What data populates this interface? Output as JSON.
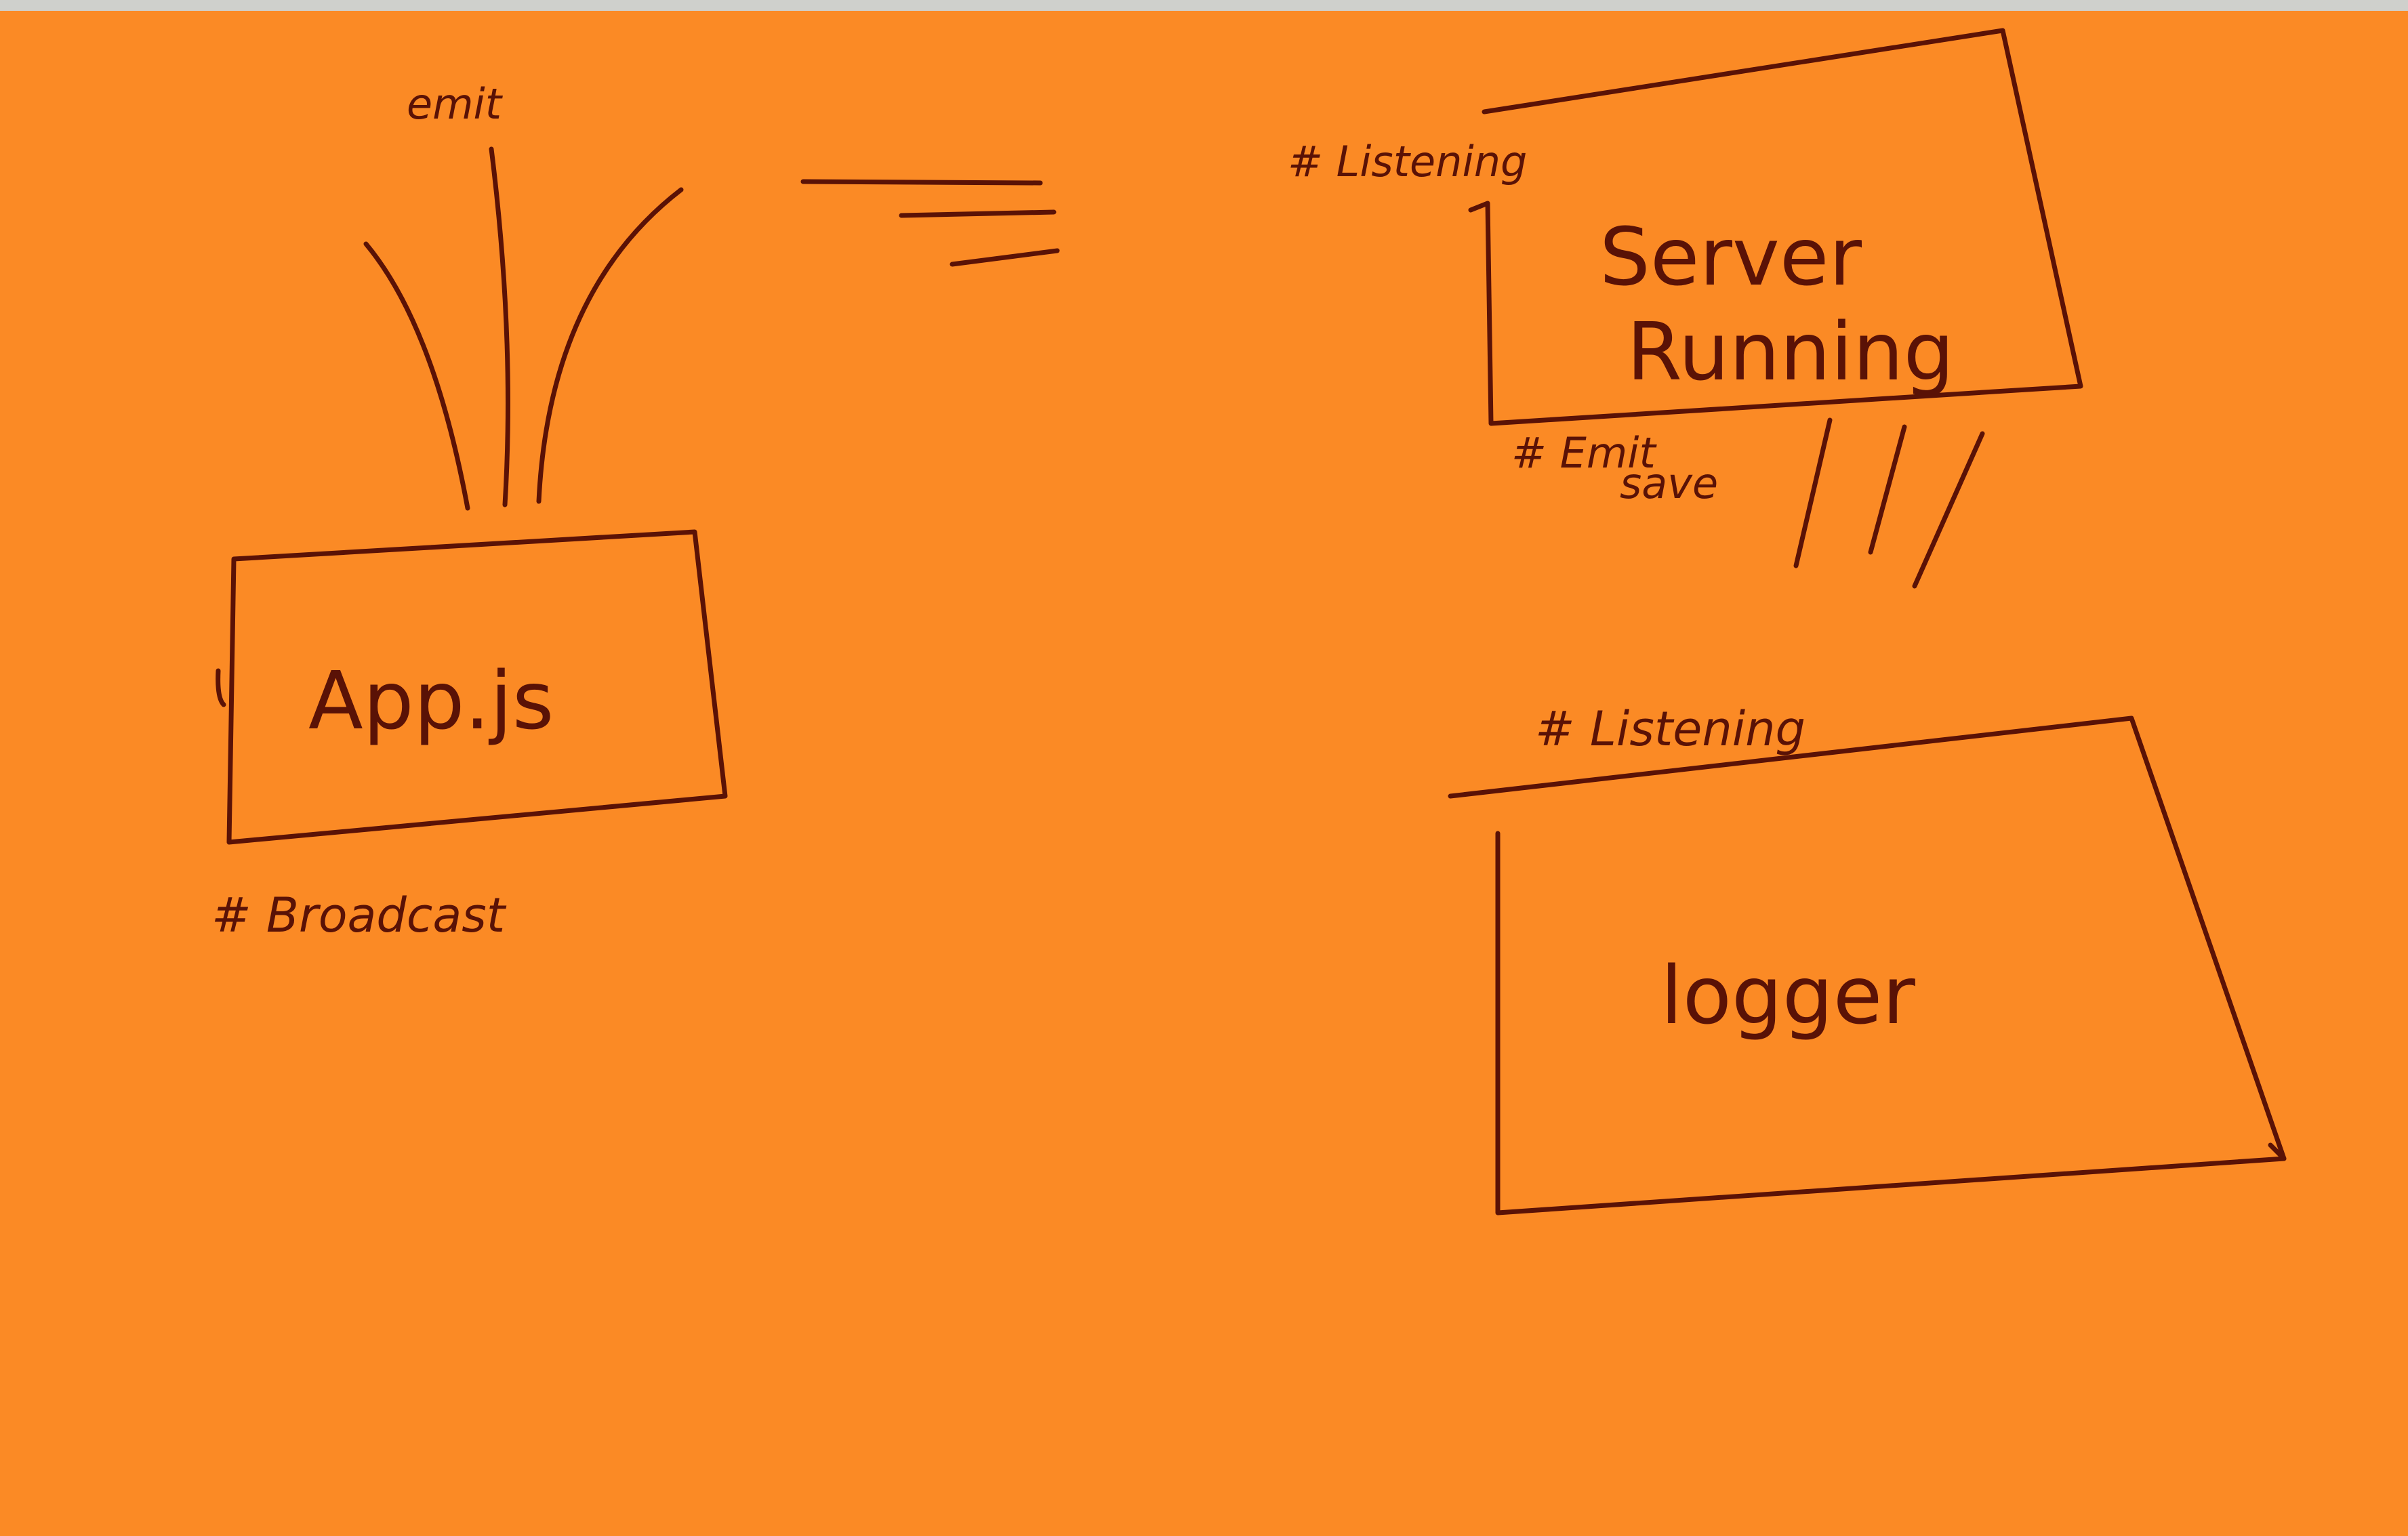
{
  "colors": {
    "paper": "#fb8a25",
    "paper_edge": "#fc9535",
    "ink": "#5a1206",
    "top_strip": "#cfd0cc"
  },
  "diagram": {
    "app_node": {
      "label": "App.js",
      "tag": "# Broadcast",
      "arrow_label": "emit"
    },
    "server_node": {
      "label_line1": "Server",
      "label_line2": "Running",
      "tag_top": "# Listening",
      "tag_bottom_line1": "# Emit",
      "tag_bottom_line2": "save"
    },
    "logger_node": {
      "label": "logger",
      "tag": "# Listening"
    }
  }
}
